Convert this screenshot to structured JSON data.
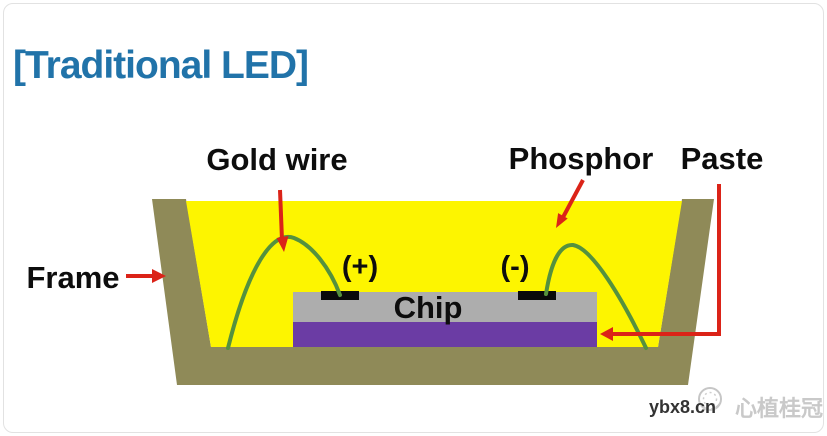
{
  "title": "[Traditional LED]",
  "diagram": {
    "labels": {
      "gold_wire": "Gold wire",
      "phosphor": "Phosphor",
      "paste": "Paste",
      "frame": "Frame",
      "chip": "Chip",
      "anode": "(+)",
      "cathode": "(-)"
    },
    "colors": {
      "frame": "#8F8A58",
      "phosphor_fill": "#FDF500",
      "chip_body": "#ADADAD",
      "paste_layer": "#6B3CA4",
      "gold_wire_line": "#55913E",
      "electrode_pad": "#0A0A0A",
      "arrow": "#DB2318",
      "label_text": "#0D0D0D",
      "title_text": "#2173A9"
    }
  },
  "watermark": {
    "site": "ybx8.cn",
    "brand": "心植桂冠"
  }
}
